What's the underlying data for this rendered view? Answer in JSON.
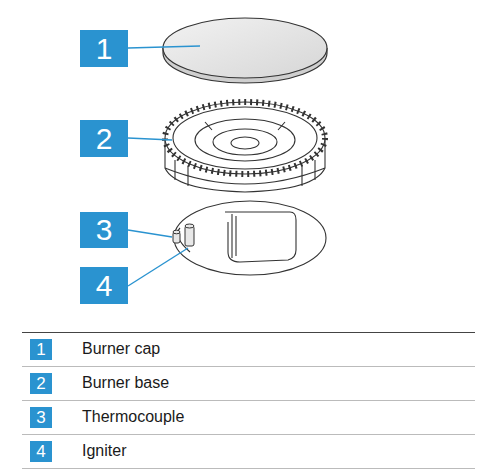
{
  "diagram": {
    "nodes": [
      {
        "text": [
          "1"
        ]
      },
      {
        "text": [
          "2"
        ]
      },
      {
        "text": [
          "3"
        ]
      },
      {
        "text": [
          "4"
        ]
      },
      {
        "text": [
          "1"
        ]
      },
      {
        "text": [
          "2"
        ]
      },
      {
        "text": [
          "3"
        ]
      },
      {
        "text": [
          "4"
        ]
      }
    ],
    "labels": [
      "Burner cap",
      "Burner base",
      "Thermocouple",
      "Igniter"
    ]
  }
}
